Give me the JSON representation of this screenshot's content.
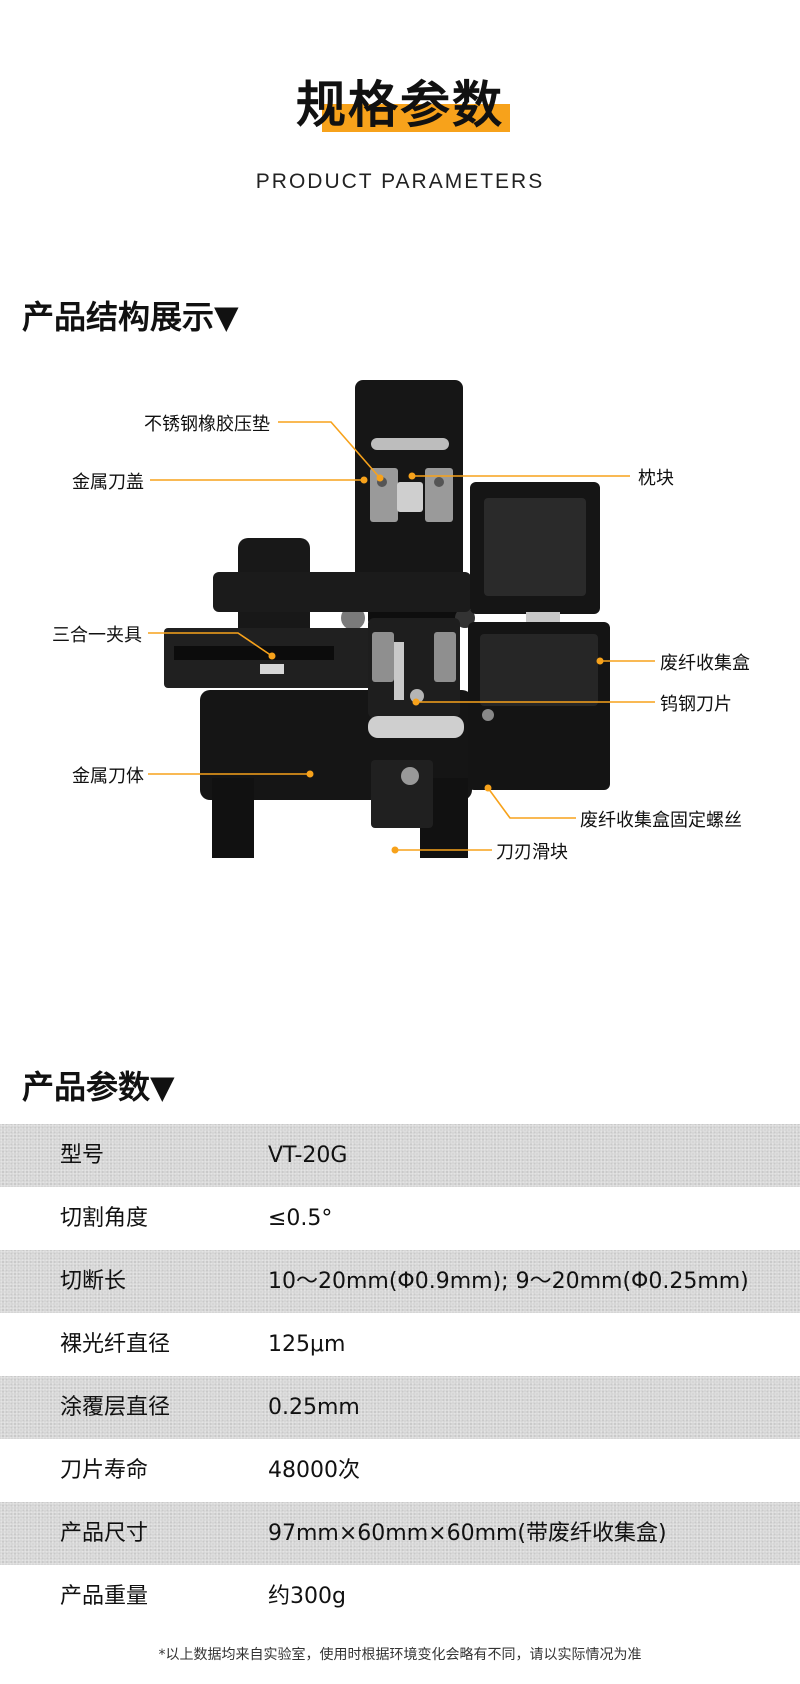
{
  "header": {
    "title": "规格参数",
    "subtitle": "PRODUCT PARAMETERS"
  },
  "structure": {
    "heading": "产品结构展示▼",
    "callouts": {
      "rubber_pad": "不锈钢橡胶压垫",
      "metal_cover": "金属刀盖",
      "pillow_block": "枕块",
      "clamp": "三合一夹具",
      "waste_box": "废纤收集盒",
      "blade": "钨钢刀片",
      "metal_body": "金属刀体",
      "box_screw": "废纤收集盒固定螺丝",
      "blade_slider": "刀刃滑块"
    }
  },
  "params": {
    "heading": "产品参数▼",
    "rows": [
      {
        "label": "型号",
        "value": "VT-20G"
      },
      {
        "label": "切割角度",
        "value": "≤0.5°"
      },
      {
        "label": "切断长",
        "value": "10～20mm(Φ0.9mm); 9～20mm(Φ0.25mm)"
      },
      {
        "label": "裸光纤直径",
        "value": "125μm"
      },
      {
        "label": "涂覆层直径",
        "value": "0.25mm"
      },
      {
        "label": "刀片寿命",
        "value": "48000次"
      },
      {
        "label": "产品尺寸",
        "value": "97mm×60mm×60mm(带废纤收集盒)"
      },
      {
        "label": "产品重量",
        "value": "约300g"
      }
    ]
  },
  "footnote": "*以上数据均来自实验室，使用时根据环境变化会略有不同，请以实际情况为准",
  "colors": {
    "accent": "#f7a21b",
    "row_shade": "#d6d6d6",
    "device": "#141414"
  }
}
